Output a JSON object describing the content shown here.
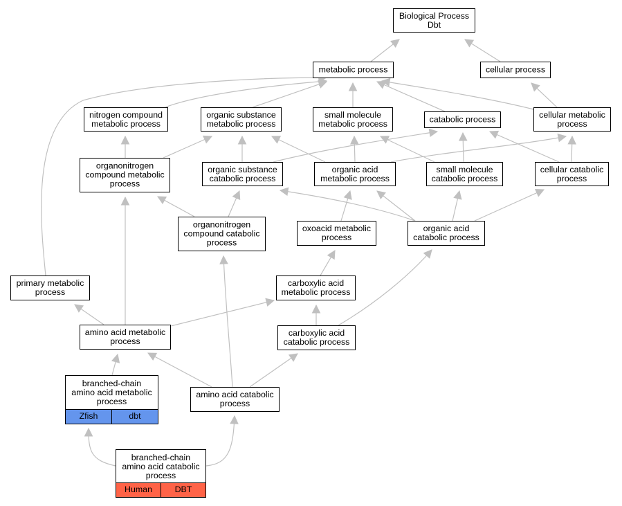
{
  "graph": {
    "edge_color": "#c0c0c0",
    "nodes": [
      {
        "id": "bp",
        "lines": [
          "Biological Process",
          "Dbt"
        ]
      },
      {
        "id": "metabolic",
        "lines": [
          "metabolic process"
        ]
      },
      {
        "id": "cellular",
        "lines": [
          "cellular process"
        ]
      },
      {
        "id": "nitrogen",
        "lines": [
          "nitrogen compound",
          "metabolic process"
        ]
      },
      {
        "id": "orgsubmet",
        "lines": [
          "organic substance",
          "metabolic process"
        ]
      },
      {
        "id": "smallmol",
        "lines": [
          "small molecule",
          "metabolic process"
        ]
      },
      {
        "id": "catabolic",
        "lines": [
          "catabolic process"
        ]
      },
      {
        "id": "cellmet",
        "lines": [
          "cellular metabolic",
          "process"
        ]
      },
      {
        "id": "orgnitromet",
        "lines": [
          "organonitrogen",
          "compound metabolic",
          "process"
        ]
      },
      {
        "id": "orgsubcat",
        "lines": [
          "organic substance",
          "catabolic process"
        ]
      },
      {
        "id": "orgacidmet",
        "lines": [
          "organic acid",
          "metabolic process"
        ]
      },
      {
        "id": "smallcat",
        "lines": [
          "small molecule",
          "catabolic process"
        ]
      },
      {
        "id": "cellcat",
        "lines": [
          "cellular catabolic",
          "process"
        ]
      },
      {
        "id": "orgnitrocat",
        "lines": [
          "organonitrogen",
          "compound catabolic",
          "process"
        ]
      },
      {
        "id": "oxoacid",
        "lines": [
          "oxoacid metabolic",
          "process"
        ]
      },
      {
        "id": "orgacidcat",
        "lines": [
          "organic acid",
          "catabolic process"
        ]
      },
      {
        "id": "primary",
        "lines": [
          "primary metabolic",
          "process"
        ]
      },
      {
        "id": "carboxmet",
        "lines": [
          "carboxylic acid",
          "metabolic process"
        ]
      },
      {
        "id": "aamet",
        "lines": [
          "amino acid metabolic",
          "process"
        ]
      },
      {
        "id": "carboxcat",
        "lines": [
          "carboxylic acid",
          "catabolic process"
        ]
      },
      {
        "id": "bcmet",
        "lines": [
          "branched-chain",
          "amino acid metabolic",
          "process"
        ],
        "tags": [
          "Zfish",
          "dbt"
        ],
        "tag_color": "#6495ed"
      },
      {
        "id": "aacat",
        "lines": [
          "amino acid catabolic",
          "process"
        ]
      },
      {
        "id": "bccat",
        "lines": [
          "branched-chain",
          "amino acid catabolic",
          "process"
        ],
        "tags": [
          "Human",
          "DBT"
        ],
        "tag_color": "#ff6347"
      }
    ],
    "edges": [
      [
        "metabolic",
        "bp"
      ],
      [
        "cellular",
        "bp"
      ],
      [
        "nitrogen",
        "metabolic"
      ],
      [
        "orgsubmet",
        "metabolic"
      ],
      [
        "smallmol",
        "metabolic"
      ],
      [
        "catabolic",
        "metabolic"
      ],
      [
        "cellmet",
        "metabolic"
      ],
      [
        "primary",
        "metabolic"
      ],
      [
        "cellmet",
        "cellular"
      ],
      [
        "orgnitromet",
        "nitrogen"
      ],
      [
        "orgnitromet",
        "orgsubmet"
      ],
      [
        "orgsubcat",
        "orgsubmet"
      ],
      [
        "orgsubcat",
        "catabolic"
      ],
      [
        "orgacidmet",
        "orgsubmet"
      ],
      [
        "orgacidmet",
        "smallmol"
      ],
      [
        "orgacidmet",
        "cellmet"
      ],
      [
        "smallcat",
        "smallmol"
      ],
      [
        "smallcat",
        "catabolic"
      ],
      [
        "cellcat",
        "catabolic"
      ],
      [
        "cellcat",
        "cellmet"
      ],
      [
        "orgnitrocat",
        "orgnitromet"
      ],
      [
        "orgnitrocat",
        "orgsubcat"
      ],
      [
        "oxoacid",
        "orgacidmet"
      ],
      [
        "orgacidcat",
        "orgsubcat"
      ],
      [
        "orgacidcat",
        "orgacidmet"
      ],
      [
        "orgacidcat",
        "smallcat"
      ],
      [
        "orgacidcat",
        "cellcat"
      ],
      [
        "carboxmet",
        "oxoacid"
      ],
      [
        "aamet",
        "primary"
      ],
      [
        "aamet",
        "orgnitromet"
      ],
      [
        "aamet",
        "carboxmet"
      ],
      [
        "carboxcat",
        "carboxmet"
      ],
      [
        "carboxcat",
        "orgacidcat"
      ],
      [
        "bcmet",
        "aamet"
      ],
      [
        "aacat",
        "aamet"
      ],
      [
        "aacat",
        "orgnitrocat"
      ],
      [
        "aacat",
        "carboxcat"
      ],
      [
        "bccat",
        "bcmet"
      ],
      [
        "bccat",
        "aacat"
      ]
    ]
  }
}
